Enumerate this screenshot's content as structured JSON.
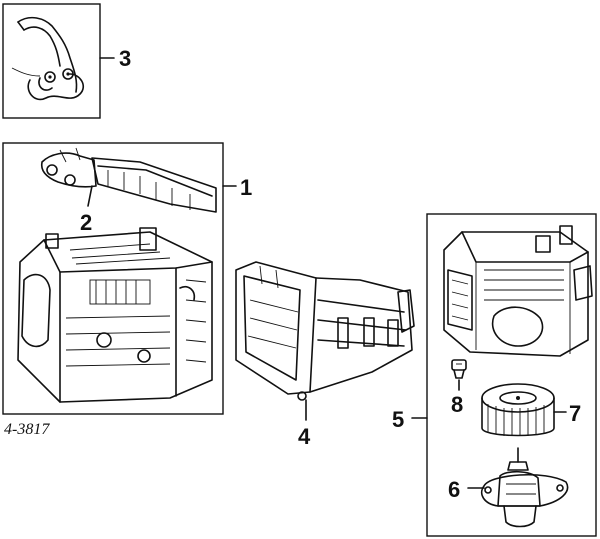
{
  "figure_number": "4-3817",
  "callouts": [
    {
      "id": "1"
    },
    {
      "id": "2"
    },
    {
      "id": "3"
    },
    {
      "id": "4"
    },
    {
      "id": "5"
    },
    {
      "id": "6"
    },
    {
      "id": "7"
    },
    {
      "id": "8"
    }
  ]
}
